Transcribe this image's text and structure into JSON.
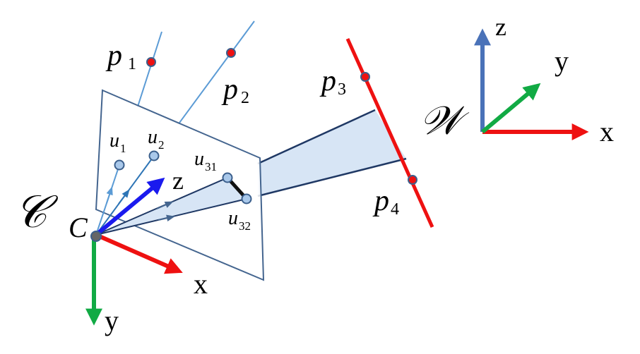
{
  "camera_frame": {
    "script_label": "𝒞",
    "center_label": "C",
    "axis_x_label": "x",
    "axis_y_label": "y",
    "axis_z_label": "z"
  },
  "world_frame": {
    "script_label": "𝒲",
    "axis_x_label": "x",
    "axis_y_label": "y",
    "axis_z_label": "z"
  },
  "points": {
    "p1": {
      "base": "p",
      "sub": "1"
    },
    "p2": {
      "base": "p",
      "sub": "2"
    },
    "p3": {
      "base": "p",
      "sub": "3"
    },
    "p4": {
      "base": "p",
      "sub": "4"
    }
  },
  "image_points": {
    "u1": {
      "base": "u",
      "sub": "1"
    },
    "u2": {
      "base": "u",
      "sub": "2"
    },
    "u31": {
      "base": "u",
      "sub": "31"
    },
    "u32": {
      "base": "u",
      "sub": "32"
    }
  },
  "colors": {
    "x_axis": "#ee1111",
    "y_axis": "#11aa44",
    "z_camera": "#1a1aee",
    "z_world": "#4a72b8",
    "ray_light": "#5b9bd5",
    "ray_mid": "#2e75b6",
    "ray_dark": "#1f3864",
    "plane_edge": "#44658f",
    "line_red": "#ee1111",
    "wedge_fill": "#d7e5f5",
    "point_fill": "#a9c8ea",
    "point_stroke": "#3b5f8c"
  }
}
